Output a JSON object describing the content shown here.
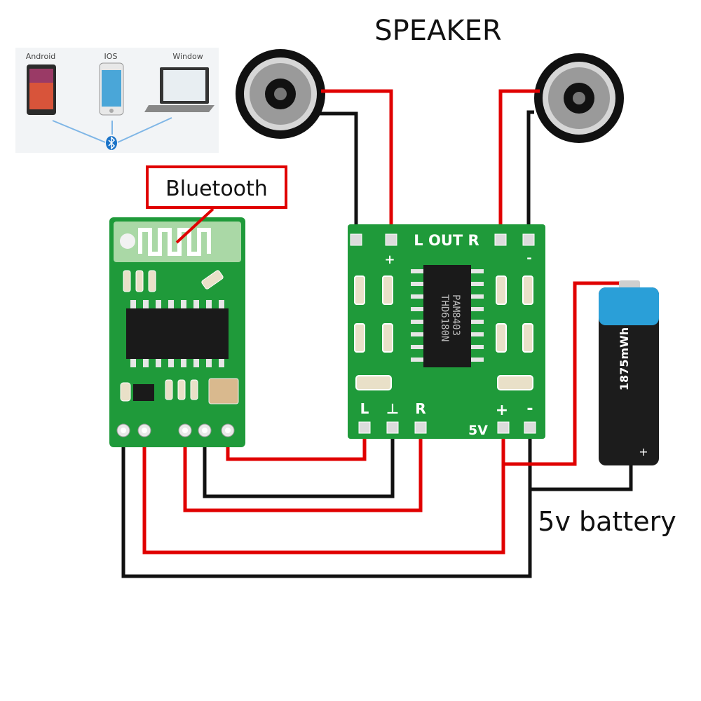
{
  "title": "SPEAKER",
  "devices": {
    "android": "Android",
    "ios": "IOS",
    "windows": "Window",
    "link_icon": "bluetooth-icon"
  },
  "bluetooth_module": {
    "label": "Bluetooth"
  },
  "amplifier": {
    "out_label": "L OUT R",
    "out_plus_left": "+",
    "out_minus_right": "-",
    "chip_line1": "PAM8403",
    "chip_line2": "THD6180N",
    "in_left": "L",
    "in_ground": "⊥",
    "in_right": "R",
    "power_plus": "+",
    "power_minus": "-",
    "power_label": "5V"
  },
  "battery": {
    "label": "5v battery",
    "capacity": "1875mWh",
    "cell_plus": "+"
  },
  "colors": {
    "wire_positive": "#e00000",
    "wire_negative": "#111111",
    "pcb_green": "#1f9a3a",
    "label_box": "#e00000",
    "battery_blue": "#2a9fd8"
  }
}
